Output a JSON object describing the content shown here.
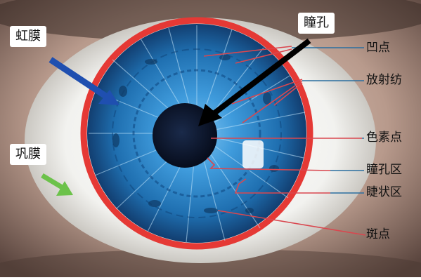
{
  "labels": {
    "iris": "虹膜",
    "sclera": "巩膜",
    "pupil": "瞳孔",
    "pits": "凹点",
    "radial_furrows": "放射纺",
    "pigment_spots": "色素点",
    "pupillary_zone": "瞳孔区",
    "ciliary_zone": "睫状区",
    "freckles": "斑点"
  },
  "colors": {
    "iris_border": "#e53935",
    "iris_blue": "#2f8bd1",
    "pupil": "#0b1630",
    "pointer_line": "#d9474f",
    "leader_line": "#2b6fa0",
    "arrow_iris": "#1f4fb0",
    "arrow_sclera": "#6cc24a",
    "arrow_pupil": "#000000"
  }
}
